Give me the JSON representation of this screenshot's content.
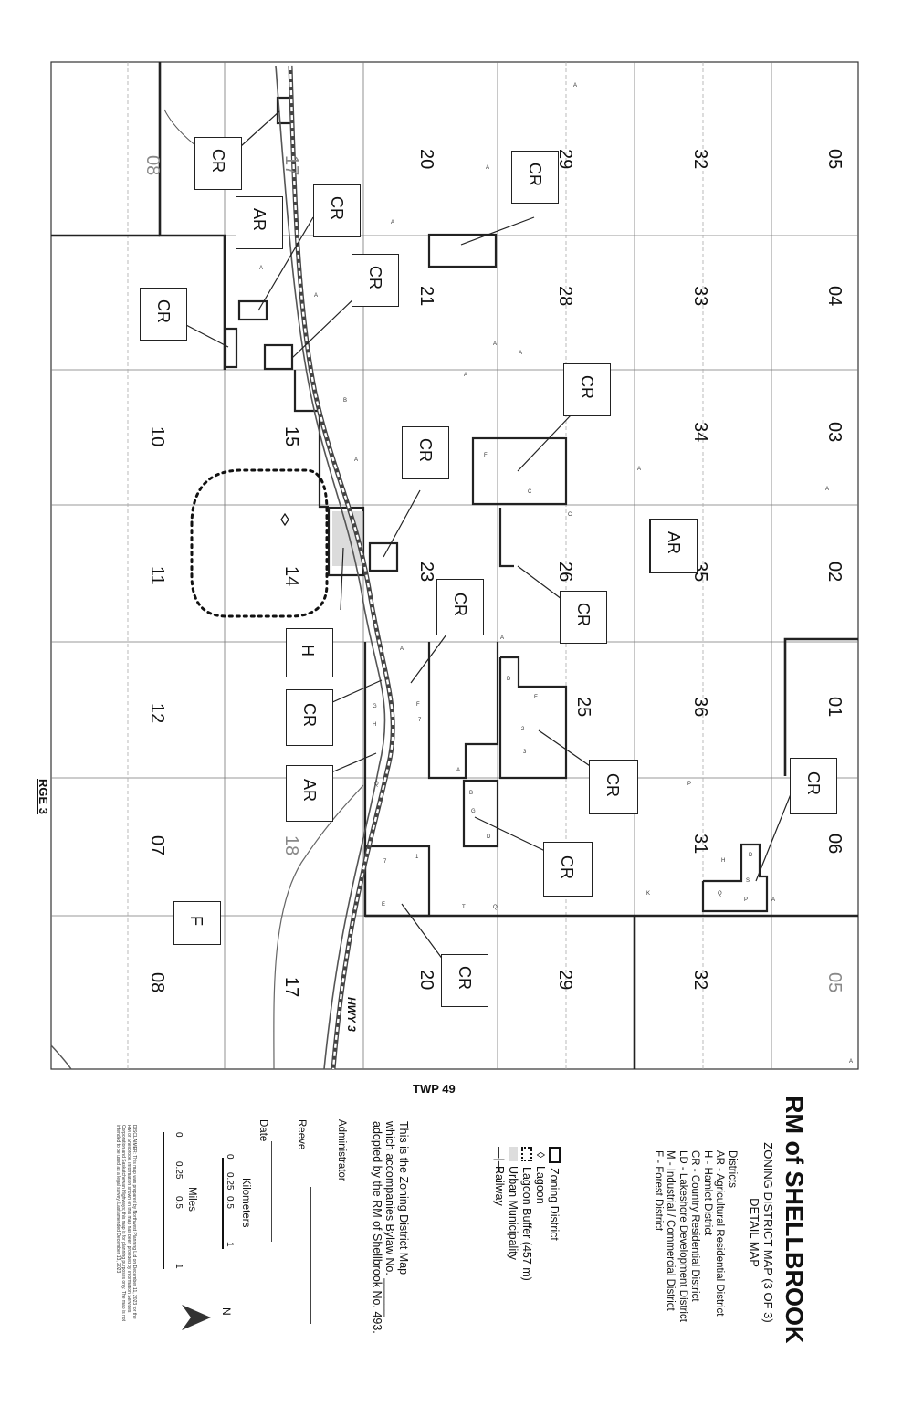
{
  "title": "RM of SHELLBROOK",
  "subtitle_line1": "ZONING DISTRICT MAP (3 OF 3)",
  "subtitle_line2": "DETAIL MAP",
  "districts": {
    "heading": "Districts",
    "items": [
      "AR - Agricultural Residential District",
      "H - Hamlet District",
      "CR - Country Residential District",
      "LD - Lakeshore Development District",
      "M - Industrial / Commercial District",
      "F - Forest District"
    ]
  },
  "legend": [
    {
      "symbol": "zoning-district",
      "label": "Zoning District"
    },
    {
      "symbol": "lagoon",
      "label": "Lagoon"
    },
    {
      "symbol": "lagoon-buffer",
      "label": "Lagoon Buffer (457 m)"
    },
    {
      "symbol": "urban-municipality",
      "label": "Urban Municipality"
    },
    {
      "symbol": "railway",
      "label": "Railway"
    }
  ],
  "bylaw": {
    "line1": "This is the Zoning District Map",
    "line2": "which accompanies Bylaw No. ______",
    "line3": "adopted by the RM of Shellbrook No. 493."
  },
  "signatures": [
    "Administrator",
    "Reeve",
    "Date"
  ],
  "scale": {
    "km_label": "Kilometers",
    "km_ticks": [
      "0",
      "0.25",
      "0.5",
      "1"
    ],
    "mi_label": "Miles",
    "mi_ticks": [
      "0",
      "0.25",
      "0.5",
      "1"
    ]
  },
  "north": "N",
  "twp": "TWP 49",
  "rge": "RGE 3",
  "highway": "HWY 3",
  "sections": [
    "08",
    "17",
    "20",
    "29",
    "32",
    "05",
    "21",
    "28",
    "33",
    "04",
    "10",
    "15",
    "34",
    "03",
    "11",
    "14",
    "23",
    "26",
    "35",
    "02",
    "12",
    "36",
    "01",
    "25",
    "07",
    "18",
    "31",
    "06",
    "08",
    "17",
    "20",
    "29",
    "32",
    "05"
  ],
  "zones": [
    "CR",
    "AR",
    "CR",
    "CR",
    "CR",
    "CR",
    "CR",
    "AR",
    "CR",
    "CR",
    "H",
    "CR",
    "CR",
    "AR",
    "CR",
    "CR",
    "CR",
    "F"
  ],
  "disclaimer": "DISCLAIMER: This map was prepared by Northwest Planning Ltd on December 11, 2023 for the RM of Shellbrook. Information shown on this map has been provided by Information Services Corporation and Saskatchewan Highways; this map is for planning purposes only. The map is not intended to be used as a legal survey. Last amended December 13, 2023"
}
